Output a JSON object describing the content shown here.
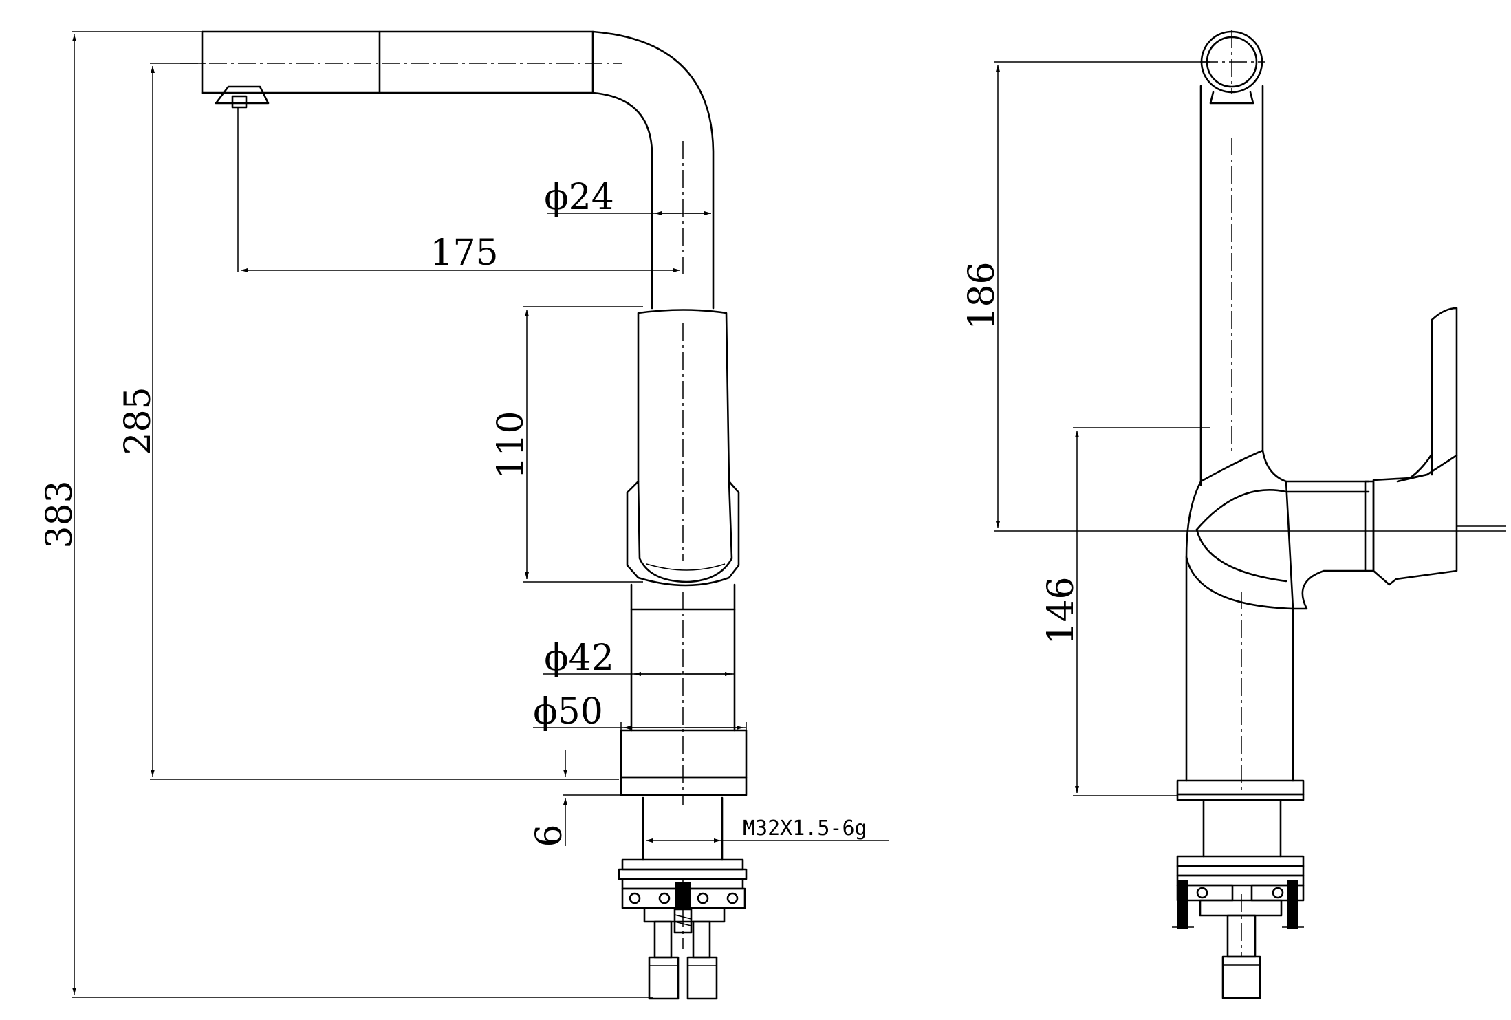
{
  "front_view": {
    "dim_total_height": "383",
    "dim_outlet_height": "285",
    "dim_reach": "175",
    "dim_spout_diameter": "ϕ24",
    "dim_handle_height": "110",
    "dim_body_diameter": "ϕ42",
    "dim_base_diameter": "ϕ50",
    "dim_base_ring": "6",
    "thread_spec": "M32X1.5-6g"
  },
  "side_view": {
    "dim_upper": "186",
    "dim_lower": "146"
  }
}
